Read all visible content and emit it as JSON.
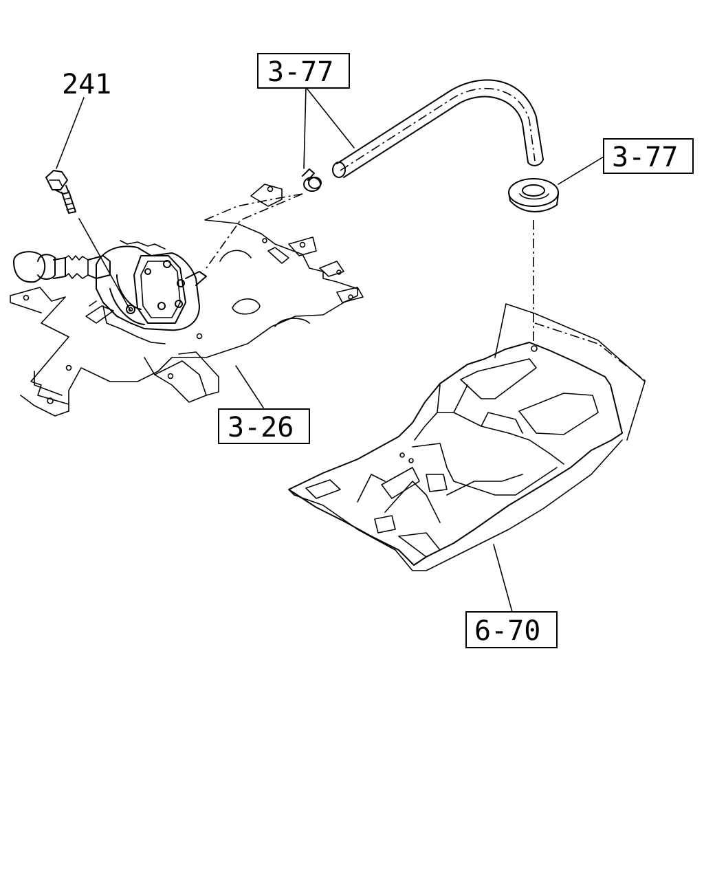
{
  "callouts": {
    "bolt": "241",
    "hose": "3-77",
    "grommet": "3-77",
    "bracket": "3-26",
    "floor_panel": "6-70"
  }
}
